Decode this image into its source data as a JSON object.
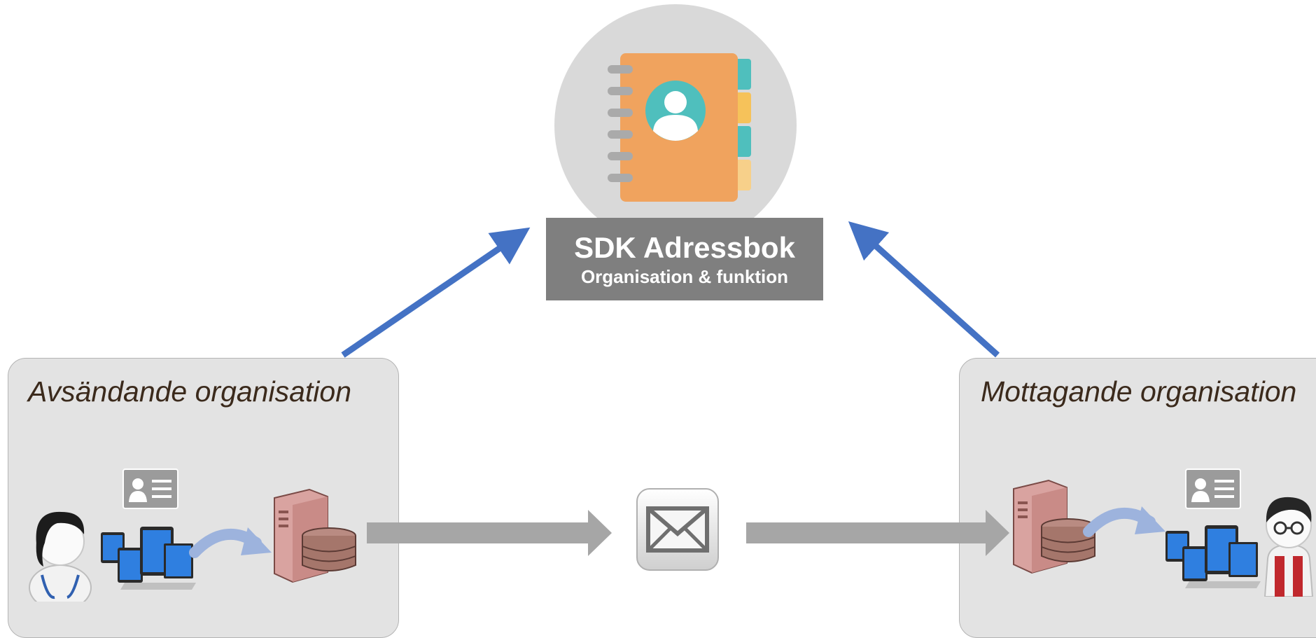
{
  "directory": {
    "title": "SDK Adressbok",
    "subtitle": "Organisation & funktion",
    "icon": "address-book-icon"
  },
  "sender": {
    "title": "Avsändande organisation"
  },
  "receiver": {
    "title": "Mottagande organisation"
  },
  "message": {
    "icon": "envelope-icon"
  },
  "colors": {
    "blue_arrow": "#4472c4",
    "gray_arrow": "#a6a6a6",
    "label_box": "#7f7f7f",
    "panel": "#e3e3e3",
    "book": "#f0a35e",
    "avatar": "#4fbfbd"
  }
}
